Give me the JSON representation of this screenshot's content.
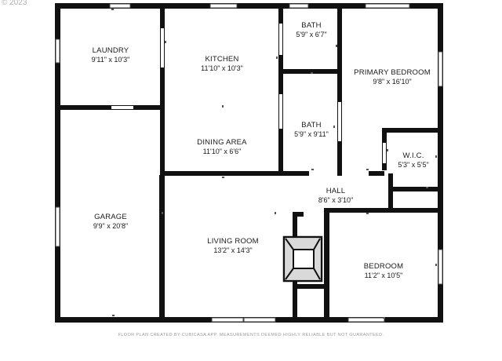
{
  "header": {
    "corner_text": "© 2023"
  },
  "rooms": [
    {
      "key": "laundry",
      "name": "LAUNDRY",
      "dims": "9'11\" x 10'3\""
    },
    {
      "key": "kitchen",
      "name": "KITCHEN",
      "dims": "11'10\" x 10'3\""
    },
    {
      "key": "bath1",
      "name": "BATH",
      "dims": "5'9\" x 6'7\""
    },
    {
      "key": "primary",
      "name": "PRIMARY BEDROOM",
      "dims": "9'8\" x 16'10\""
    },
    {
      "key": "bath2",
      "name": "BATH",
      "dims": "5'9\" x 9'11\""
    },
    {
      "key": "wic",
      "name": "W.I.C.",
      "dims": "5'3\" x 5'5\""
    },
    {
      "key": "dining",
      "name": "DINING AREA",
      "dims": "11'10\" x 6'6\""
    },
    {
      "key": "hall",
      "name": "HALL",
      "dims": "8'6\" x 3'10\""
    },
    {
      "key": "garage",
      "name": "GARAGE",
      "dims": "9'9\" x 20'8\""
    },
    {
      "key": "living",
      "name": "LIVING ROOM",
      "dims": "13'2\" x 14'3\""
    },
    {
      "key": "bedroom",
      "name": "BEDROOM",
      "dims": "11'2\" x 10'5\""
    }
  ],
  "footer": {
    "text": "FLOOR PLAN CREATED BY CUBICASA APP. MEASUREMENTS DEEMED HIGHLY RELIABLE BUT NOT GUARANTEED."
  }
}
